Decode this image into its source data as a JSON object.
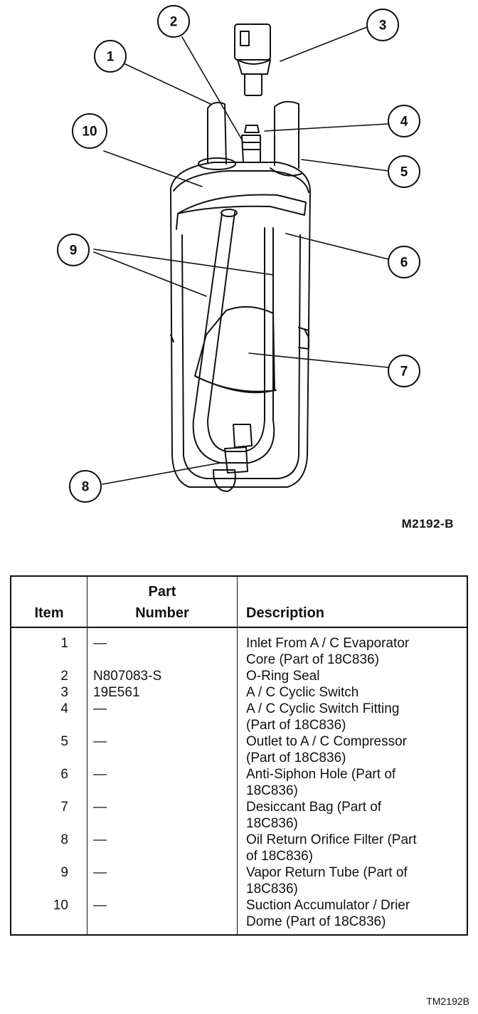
{
  "figure": {
    "code": "M2192-B",
    "callouts": [
      "1",
      "2",
      "3",
      "4",
      "5",
      "6",
      "7",
      "8",
      "9",
      "10"
    ]
  },
  "table": {
    "headers": {
      "item": "Item",
      "part_line1": "Part",
      "part_line2": "Number",
      "description": "Description"
    },
    "rows": [
      {
        "item": "1",
        "part": "—",
        "desc1": "Inlet From A / C Evaporator",
        "desc2": "Core (Part of 18C836)"
      },
      {
        "item": "2",
        "part": "N807083-S",
        "desc1": "O-Ring Seal",
        "desc2": ""
      },
      {
        "item": "3",
        "part": "19E561",
        "desc1": "A / C Cyclic Switch",
        "desc2": ""
      },
      {
        "item": "4",
        "part": "—",
        "desc1": "A / C Cyclic Switch Fitting",
        "desc2": "(Part of 18C836)"
      },
      {
        "item": "5",
        "part": "—",
        "desc1": "Outlet to A / C Compressor",
        "desc2": "(Part of 18C836)"
      },
      {
        "item": "6",
        "part": "—",
        "desc1": "Anti-Siphon Hole (Part of",
        "desc2": "18C836)"
      },
      {
        "item": "7",
        "part": "—",
        "desc1": "Desiccant Bag (Part of",
        "desc2": "18C836)"
      },
      {
        "item": "8",
        "part": "—",
        "desc1": "Oil Return Orifice Filter (Part",
        "desc2": "of 18C836)"
      },
      {
        "item": "9",
        "part": "—",
        "desc1": "Vapor Return Tube (Part of",
        "desc2": "18C836)"
      },
      {
        "item": "10",
        "part": "—",
        "desc1": "Suction Accumulator / Drier",
        "desc2": "Dome (Part of 18C836)"
      }
    ],
    "code": "TM2192B"
  }
}
